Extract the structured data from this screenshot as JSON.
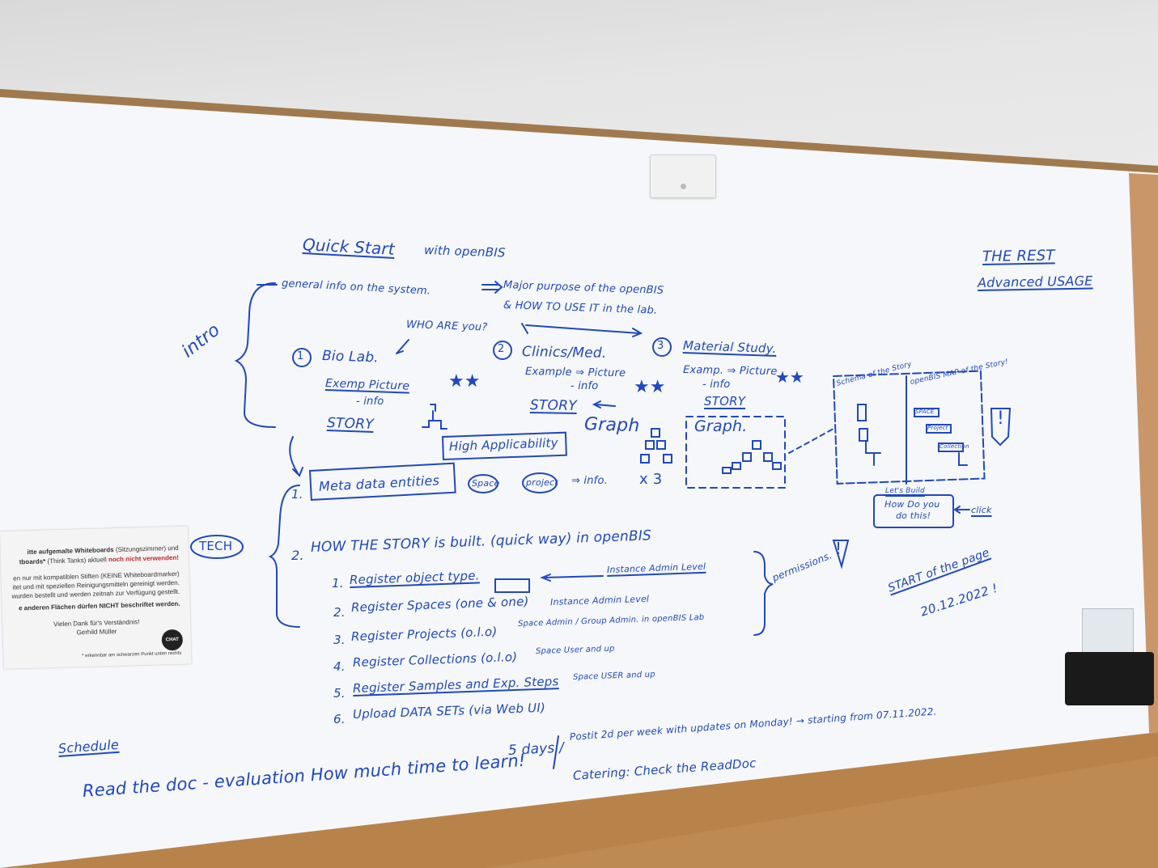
{
  "scene": {
    "colors": {
      "ceiling": "#e3e3e3",
      "board": "#f7f8fb",
      "frame_wood": "#a07a4e",
      "desk_wood": "#b8834b",
      "marker_blue": "#1f48c2"
    },
    "icons": [
      "motion-sensor-icon",
      "marker-holder-icon"
    ]
  },
  "whiteboard": {
    "title": "Quick Start",
    "title_suffix": "with openBIS",
    "right_block": {
      "line1": "THE REST",
      "line2": "Advanced USAGE"
    },
    "intro_label": "intro",
    "intro_lines": {
      "general": "general info on the system.",
      "purpose": "Major purpose of the openBIS",
      "how": "& HOW TO USE IT in the lab.",
      "who": "WHO ARE you?"
    },
    "columns": [
      {
        "num": "1",
        "name": "Bio Lab.",
        "example": "Exemp  Picture",
        "info": "- info",
        "story": "STORY",
        "stars": "★★"
      },
      {
        "num": "2",
        "name": "Clinics/Med.",
        "example": "Example ⇒ Picture",
        "info": "- info",
        "story": "STORY",
        "stars": "★★"
      },
      {
        "num": "3",
        "name": "Material Study.",
        "example": "Examp. ⇒ Picture",
        "info": "- info",
        "story": "STORY",
        "stars": "★★"
      }
    ],
    "graph_label_1": "Graph",
    "graph_label_2": "Graph.",
    "high_applicability": "High Applicability",
    "schema_panel": {
      "left_title": "Schema of the Story",
      "right_title": "openBIS MAP of the Story!",
      "space": "SPACE",
      "project": "Project",
      "collection": "Collection",
      "exclaim": "!"
    },
    "lets_build": {
      "title": "Let's Build",
      "line1": "How Do you",
      "line2": "do this!",
      "click": "click"
    },
    "tech_label": "TECH",
    "meta_line": {
      "num": "1.",
      "box": "Meta data entities",
      "space": "Space",
      "project": "project",
      "rest": "⇒ info.",
      "times": "x 3"
    },
    "story_built": {
      "num": "2.",
      "text": "HOW THE STORY is built. (quick way) in openBIS"
    },
    "steps": [
      {
        "num": "1.",
        "text": "Register object type.",
        "note": "Instance Admin Level"
      },
      {
        "num": "2.",
        "text": "Register Spaces (one & one)",
        "note": "Instance Admin Level"
      },
      {
        "num": "3.",
        "text": "Register Projects (o.l.o)",
        "note": "Space Admin / Group Admin. in openBIS Lab"
      },
      {
        "num": "4.",
        "text": "Register Collections (o.l.o)",
        "note": "Space User and up"
      },
      {
        "num": "5.",
        "text": "Register Samples and Exp. Steps",
        "note": "Space USER and up"
      },
      {
        "num": "6.",
        "text": "Upload DATA SETs (via Web UI)",
        "note": ""
      }
    ],
    "permissions": "permissions.",
    "permissions_mark": "!",
    "start_block": {
      "line1": "START of the page",
      "line2": "20.12.2022 !"
    },
    "schedule": "Schedule",
    "bottom_left": "Read the doc - evaluation  How much time to learn!",
    "five_days": "5 days /",
    "postit": "Postit  2d per week  with updates on Monday! → starting from 07.11.2022.",
    "catering": "Catering: Check the ReadDoc"
  },
  "notice_card": {
    "line1_pre": "itte aufgemalte Whiteboards",
    "line1_mid": " (Sitzungszimmer) und",
    "line2_pre": "tboards*",
    "line2_mid": " (Think Tanks) aktuell ",
    "line2_red": "noch nicht verwenden!",
    "line3": "en nur mit kompatiblen Stiften (KEINE Whiteboardmarker)",
    "line4": "itet und mit speziellen Reinigungsmitteln gereinigt werden.",
    "line5": "wurden bestellt und werden zeitnah zur Verfügung gestellt.",
    "line6": "e anderen Flächen dürfen NICHT beschriftet werden.",
    "thanks": "Vielen Dank für's Verständnis!",
    "signature": "Gerhild Müller",
    "footnote": "* erkennbar am schwarzen Punkt unten rechts",
    "logo": "CHAT"
  }
}
